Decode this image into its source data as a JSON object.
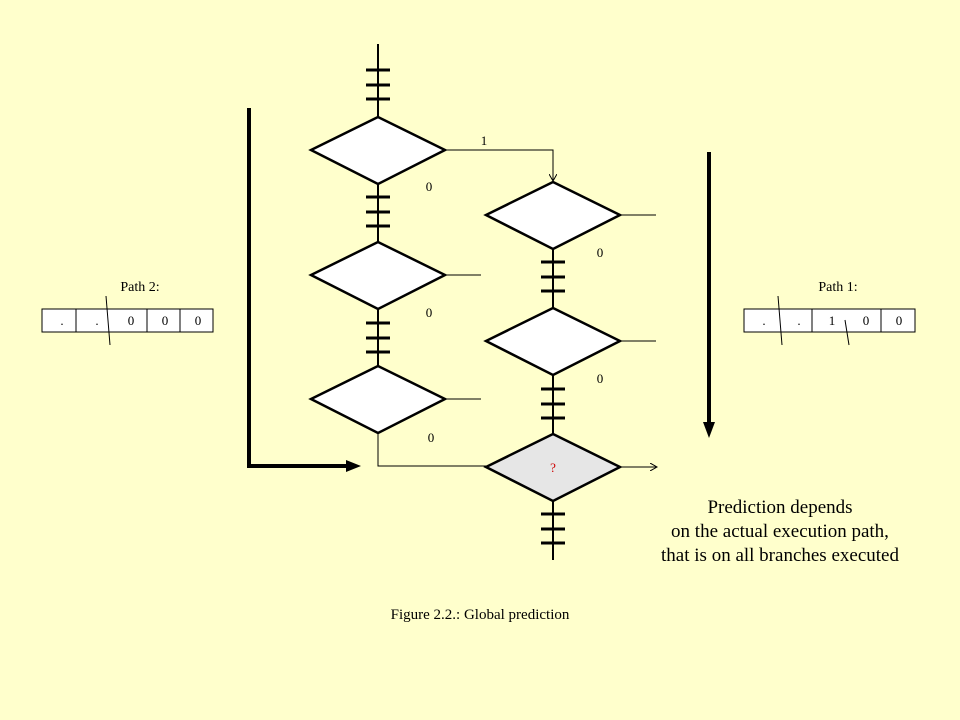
{
  "colors": {
    "background": "#ffffcc",
    "diamond_fill": "#ffffff",
    "predicted_diamond_fill": "#e6e6e6",
    "question_mark": "#cc0000",
    "stroke": "#000000"
  },
  "path1": {
    "label": "Path 1:",
    "cells": [
      ".",
      ".",
      "1",
      "0",
      "0"
    ]
  },
  "path2": {
    "label": "Path 2:",
    "cells": [
      ".",
      ".",
      "0",
      "0",
      "0"
    ]
  },
  "branches": {
    "left_1_taken": "1",
    "left_1_not_taken": "0",
    "left_2_not_taken": "0",
    "left_3_not_taken": "0",
    "right_1_not_taken": "0",
    "right_2_not_taken": "0"
  },
  "predicted_branch": {
    "symbol": "?"
  },
  "note": {
    "line1": "Prediction depends",
    "line2": "on the actual execution path,",
    "line3": "that is on all branches executed"
  },
  "caption": "Figure 2.2.: Global prediction"
}
